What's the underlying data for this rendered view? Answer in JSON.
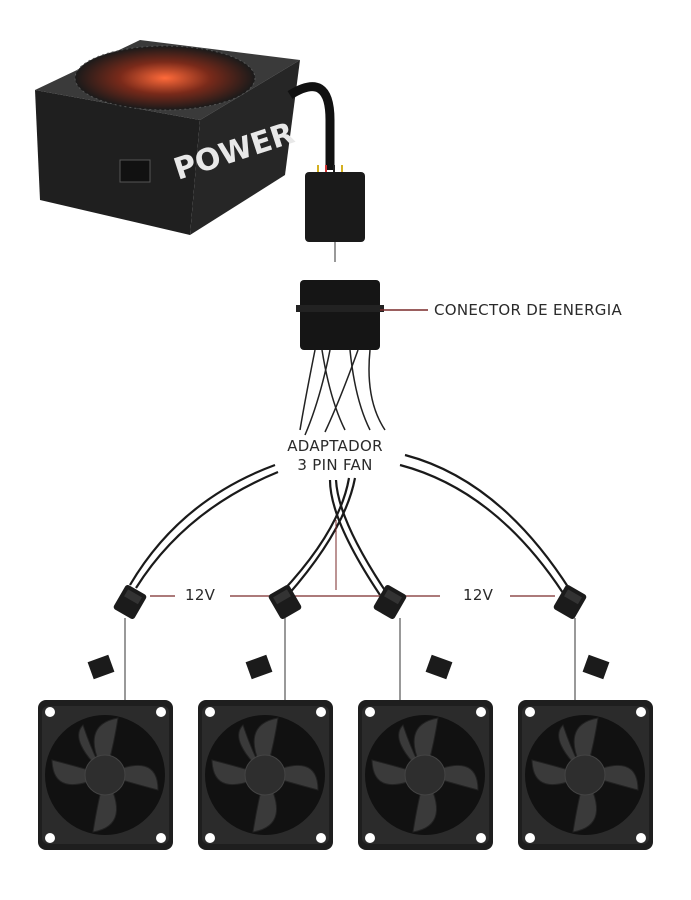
{
  "psu": {
    "brand_text": "POWER"
  },
  "labels": {
    "connector": "CONECTOR DE ENERGIA",
    "adapter_line1": "ADAPTADOR",
    "adapter_line2": "3 PIN FAN",
    "voltage_left": "12V",
    "voltage_right": "12V"
  },
  "fans": {
    "count": 4
  }
}
